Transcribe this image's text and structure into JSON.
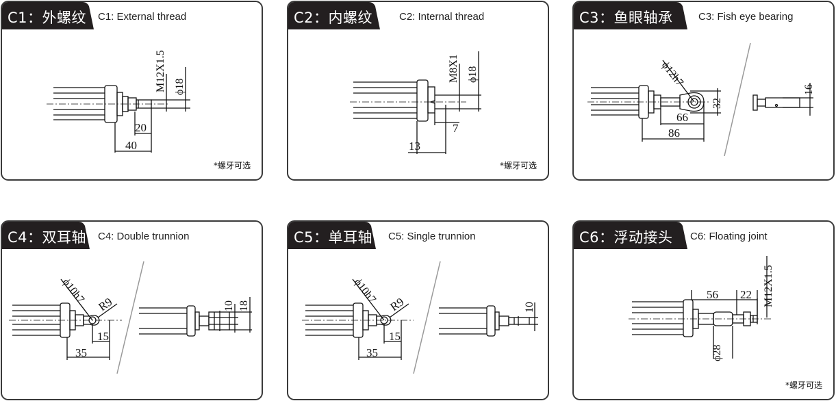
{
  "cards": [
    {
      "code": "C1：外螺纹",
      "subtitle": "C1: External thread",
      "note": "*螺牙可选",
      "dims": {
        "thread": "M12X1.5",
        "dia": "ϕ18",
        "a": "20",
        "b": "40"
      }
    },
    {
      "code": "C2：内螺纹",
      "subtitle": "C2: Internal thread",
      "note": "*螺牙可选",
      "dims": {
        "thread": "M8X1",
        "dia": "ϕ18",
        "a": "7",
        "b": "13"
      }
    },
    {
      "code": "C3：鱼眼轴承",
      "subtitle": "C3: Fish eye bearing",
      "dims": {
        "pin": "ϕ12h7",
        "h": "32",
        "a": "66",
        "b": "86",
        "w": "16"
      }
    },
    {
      "code": "C4：双耳轴",
      "subtitle": "C4: Double trunnion",
      "dims": {
        "pin": "ϕ10h7",
        "r": "R9",
        "a": "15",
        "b": "35",
        "w1": "10",
        "w2": "18"
      }
    },
    {
      "code": "C5：单耳轴",
      "subtitle": "C5: Single trunnion",
      "dims": {
        "pin": "ϕ10h7",
        "r": "R9",
        "a": "15",
        "b": "35",
        "w": "10"
      }
    },
    {
      "code": "C6：浮动接头",
      "subtitle": "C6: Floating joint",
      "note": "*螺牙可选",
      "dims": {
        "thread": "M12X1.5",
        "a": "56",
        "b": "22",
        "dia": "ϕ28"
      }
    }
  ],
  "colors": {
    "border": "#3a3a3a",
    "tab": "#231f20",
    "line": "#111111",
    "slash": "#999999"
  }
}
